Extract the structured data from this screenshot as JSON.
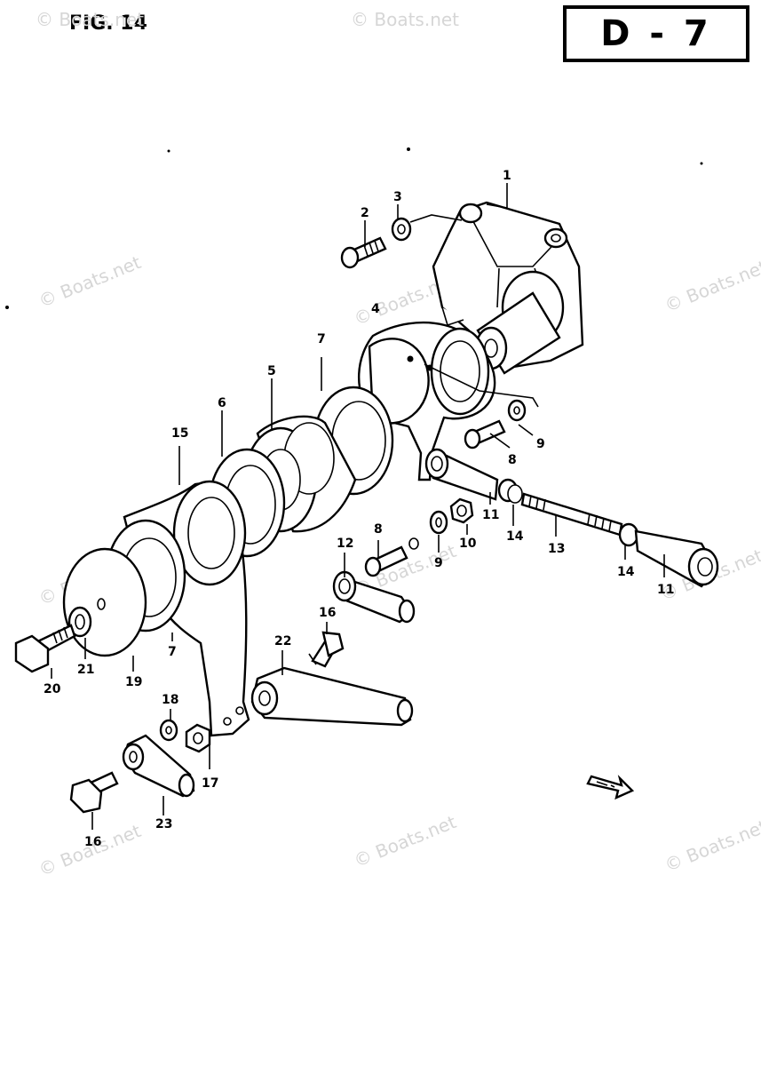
{
  "figure": {
    "title": "FIG. 14",
    "page_code": "D - 7",
    "watermark": "© Boats.net"
  },
  "callouts": [
    {
      "id": "c1",
      "text": "1"
    },
    {
      "id": "c2",
      "text": "2"
    },
    {
      "id": "c3",
      "text": "3"
    },
    {
      "id": "c4",
      "text": "4"
    },
    {
      "id": "c5",
      "text": "5"
    },
    {
      "id": "c6",
      "text": "6"
    },
    {
      "id": "c7a",
      "text": "7"
    },
    {
      "id": "c7b",
      "text": "7"
    },
    {
      "id": "c8a",
      "text": "8"
    },
    {
      "id": "c8b",
      "text": "8"
    },
    {
      "id": "c9a",
      "text": "9"
    },
    {
      "id": "c9b",
      "text": "9"
    },
    {
      "id": "c10",
      "text": "10"
    },
    {
      "id": "c11a",
      "text": "11"
    },
    {
      "id": "c11b",
      "text": "11"
    },
    {
      "id": "c12",
      "text": "12"
    },
    {
      "id": "c13",
      "text": "13"
    },
    {
      "id": "c14a",
      "text": "14"
    },
    {
      "id": "c14b",
      "text": "14"
    },
    {
      "id": "c15",
      "text": "15"
    },
    {
      "id": "c16a",
      "text": "16"
    },
    {
      "id": "c16b",
      "text": "16"
    },
    {
      "id": "c17",
      "text": "17"
    },
    {
      "id": "c18",
      "text": "18"
    },
    {
      "id": "c19",
      "text": "19"
    },
    {
      "id": "c20",
      "text": "20"
    },
    {
      "id": "c21",
      "text": "21"
    },
    {
      "id": "c22",
      "text": "22"
    },
    {
      "id": "c23",
      "text": "23"
    }
  ]
}
